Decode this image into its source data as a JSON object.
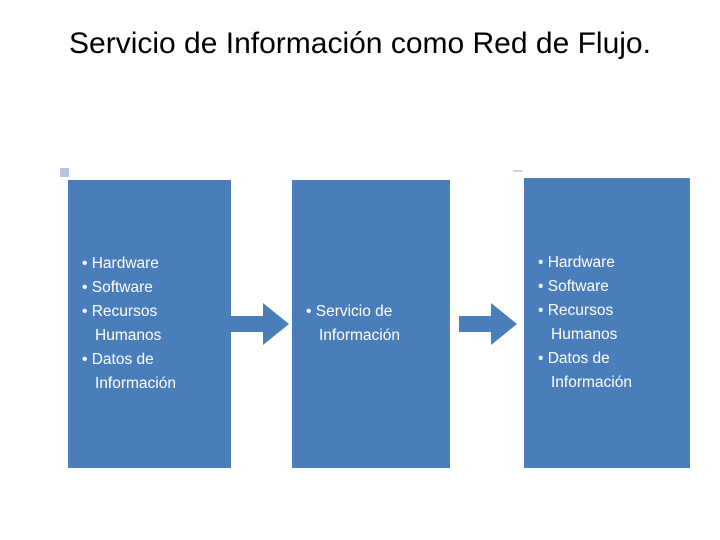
{
  "slide": {
    "title": "Servicio de Información como Red de Flujo.",
    "background_color": "#ffffff",
    "box_color": "#4a7ebb",
    "arrow_color": "#4a7ebb",
    "text_color": "#ffffff"
  },
  "boxes": [
    {
      "name": "inputs",
      "lines": [
        "• Hardware",
        "• Software",
        "• Recursos\n   Humanos",
        "• Datos de\n   Información"
      ]
    },
    {
      "name": "process",
      "lines": [
        "• Servicio de\n   Información"
      ]
    },
    {
      "name": "outputs",
      "lines": [
        "• Hardware",
        "• Software",
        "• Recursos\n   Humanos",
        "• Datos de\n   Información"
      ]
    }
  ],
  "arrows": [
    {
      "name": "arrow-inputs-to-process"
    },
    {
      "name": "arrow-process-to-outputs"
    }
  ]
}
